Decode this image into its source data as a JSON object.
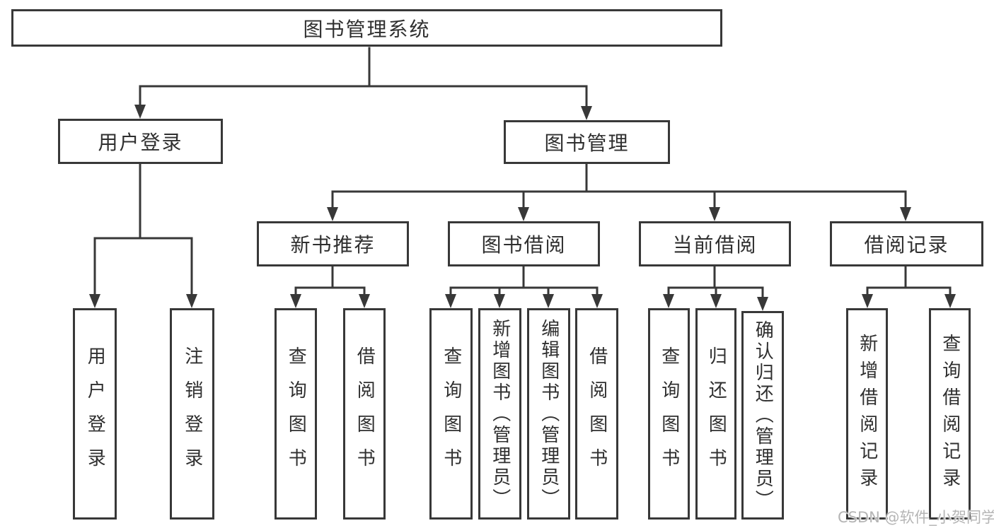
{
  "tree": {
    "root": {
      "label": "图书管理系统"
    },
    "children": [
      {
        "label": "用户登录",
        "children": [
          {
            "label": "用户登录"
          },
          {
            "label": "注销登录"
          }
        ]
      },
      {
        "label": "图书管理",
        "children": [
          {
            "label": "新书推荐",
            "children": [
              {
                "label": "查询图书"
              },
              {
                "label": "借阅图书"
              }
            ]
          },
          {
            "label": "图书借阅",
            "children": [
              {
                "label": "查询图书"
              },
              {
                "label": "新增图书（管理员）"
              },
              {
                "label": "编辑图书（管理员）"
              },
              {
                "label": "借阅图书"
              }
            ]
          },
          {
            "label": "当前借阅",
            "children": [
              {
                "label": "查询图书"
              },
              {
                "label": "归还图书"
              },
              {
                "label": "确认归还（管理员）"
              }
            ]
          },
          {
            "label": "借阅记录",
            "children": [
              {
                "label": "新增借阅记录"
              },
              {
                "label": "查询借阅记录"
              }
            ]
          }
        ]
      }
    ]
  },
  "watermark": {
    "text": "CSDN @软件_小贺同学"
  }
}
